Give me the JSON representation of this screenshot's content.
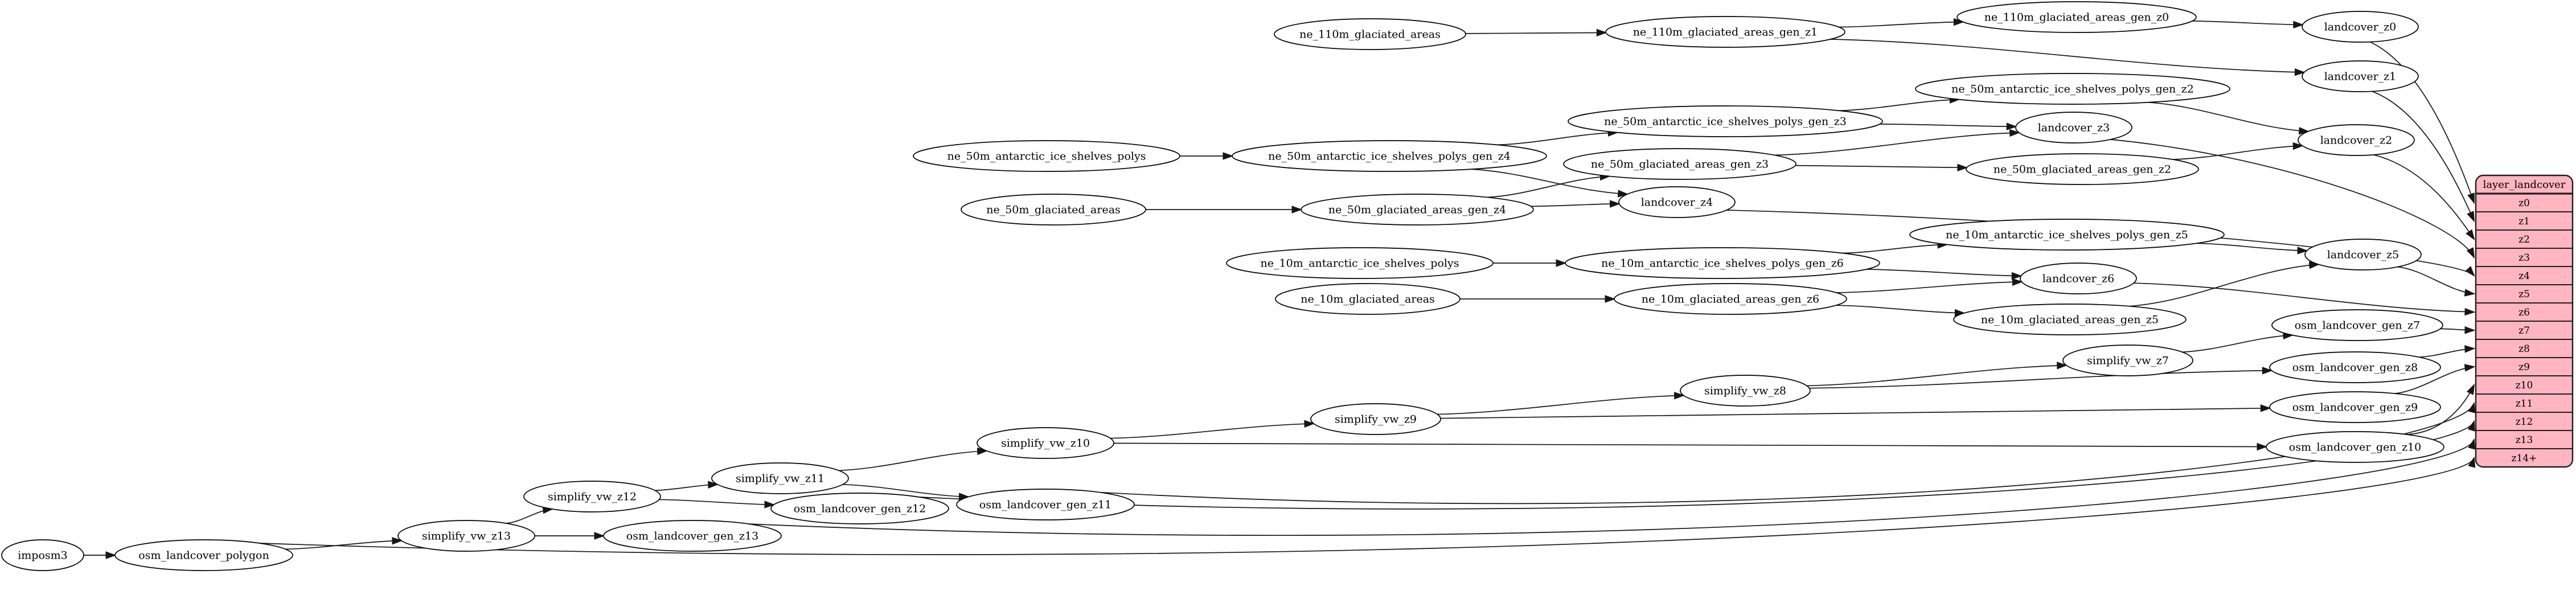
{
  "graph": {
    "nodes": [
      {
        "id": "imposm3",
        "label": "imposm3"
      },
      {
        "id": "osm_landcover_polygon",
        "label": "osm_landcover_polygon"
      },
      {
        "id": "simplify_vw_z13",
        "label": "simplify_vw_z13"
      },
      {
        "id": "osm_landcover_gen_z13",
        "label": "osm_landcover_gen_z13"
      },
      {
        "id": "simplify_vw_z12",
        "label": "simplify_vw_z12"
      },
      {
        "id": "osm_landcover_gen_z12",
        "label": "osm_landcover_gen_z12"
      },
      {
        "id": "simplify_vw_z11",
        "label": "simplify_vw_z11"
      },
      {
        "id": "osm_landcover_gen_z11",
        "label": "osm_landcover_gen_z11"
      },
      {
        "id": "simplify_vw_z10",
        "label": "simplify_vw_z10"
      },
      {
        "id": "simplify_vw_z9",
        "label": "simplify_vw_z9"
      },
      {
        "id": "simplify_vw_z8",
        "label": "simplify_vw_z8"
      },
      {
        "id": "simplify_vw_z7",
        "label": "simplify_vw_z7"
      },
      {
        "id": "osm_landcover_gen_z7",
        "label": "osm_landcover_gen_z7"
      },
      {
        "id": "osm_landcover_gen_z8",
        "label": "osm_landcover_gen_z8"
      },
      {
        "id": "osm_landcover_gen_z9",
        "label": "osm_landcover_gen_z9"
      },
      {
        "id": "osm_landcover_gen_z10",
        "label": "osm_landcover_gen_z10"
      },
      {
        "id": "ne_110m_glaciated_areas",
        "label": "ne_110m_glaciated_areas"
      },
      {
        "id": "ne_110m_glaciated_areas_gen_z1",
        "label": "ne_110m_glaciated_areas_gen_z1"
      },
      {
        "id": "ne_110m_glaciated_areas_gen_z0",
        "label": "ne_110m_glaciated_areas_gen_z0"
      },
      {
        "id": "landcover_z0",
        "label": "landcover_z0"
      },
      {
        "id": "landcover_z1",
        "label": "landcover_z1"
      },
      {
        "id": "ne_50m_antarctic_ice_shelves_polys",
        "label": "ne_50m_antarctic_ice_shelves_polys"
      },
      {
        "id": "ne_50m_antarctic_ice_shelves_polys_gen_z4",
        "label": "ne_50m_antarctic_ice_shelves_polys_gen_z4"
      },
      {
        "id": "ne_50m_antarctic_ice_shelves_polys_gen_z3",
        "label": "ne_50m_antarctic_ice_shelves_polys_gen_z3"
      },
      {
        "id": "ne_50m_antarctic_ice_shelves_polys_gen_z2",
        "label": "ne_50m_antarctic_ice_shelves_polys_gen_z2"
      },
      {
        "id": "ne_50m_glaciated_areas",
        "label": "ne_50m_glaciated_areas"
      },
      {
        "id": "ne_50m_glaciated_areas_gen_z4",
        "label": "ne_50m_glaciated_areas_gen_z4"
      },
      {
        "id": "ne_50m_glaciated_areas_gen_z3",
        "label": "ne_50m_glaciated_areas_gen_z3"
      },
      {
        "id": "ne_50m_glaciated_areas_gen_z2",
        "label": "ne_50m_glaciated_areas_gen_z2"
      },
      {
        "id": "landcover_z2",
        "label": "landcover_z2"
      },
      {
        "id": "landcover_z3",
        "label": "landcover_z3"
      },
      {
        "id": "landcover_z4",
        "label": "landcover_z4"
      },
      {
        "id": "ne_10m_antarctic_ice_shelves_polys",
        "label": "ne_10m_antarctic_ice_shelves_polys"
      },
      {
        "id": "ne_10m_antarctic_ice_shelves_polys_gen_z6",
        "label": "ne_10m_antarctic_ice_shelves_polys_gen_z6"
      },
      {
        "id": "ne_10m_antarctic_ice_shelves_polys_gen_z5",
        "label": "ne_10m_antarctic_ice_shelves_polys_gen_z5"
      },
      {
        "id": "ne_10m_glaciated_areas",
        "label": "ne_10m_glaciated_areas"
      },
      {
        "id": "ne_10m_glaciated_areas_gen_z6",
        "label": "ne_10m_glaciated_areas_gen_z6"
      },
      {
        "id": "ne_10m_glaciated_areas_gen_z5",
        "label": "ne_10m_glaciated_areas_gen_z5"
      },
      {
        "id": "landcover_z5",
        "label": "landcover_z5"
      },
      {
        "id": "landcover_z6",
        "label": "landcover_z6"
      }
    ],
    "edges": [
      [
        "ne_110m_glaciated_areas",
        "ne_110m_glaciated_areas_gen_z1"
      ],
      [
        "ne_110m_glaciated_areas_gen_z1",
        "ne_110m_glaciated_areas_gen_z0"
      ],
      [
        "ne_110m_glaciated_areas_gen_z1",
        "landcover_z1"
      ],
      [
        "ne_110m_glaciated_areas_gen_z0",
        "landcover_z0"
      ],
      [
        "landcover_z0",
        "row:z0"
      ],
      [
        "landcover_z1",
        "row:z1"
      ],
      [
        "ne_50m_antarctic_ice_shelves_polys",
        "ne_50m_antarctic_ice_shelves_polys_gen_z4"
      ],
      [
        "ne_50m_antarctic_ice_shelves_polys_gen_z4",
        "ne_50m_antarctic_ice_shelves_polys_gen_z3"
      ],
      [
        "ne_50m_antarctic_ice_shelves_polys_gen_z4",
        "landcover_z4"
      ],
      [
        "ne_50m_antarctic_ice_shelves_polys_gen_z3",
        "ne_50m_antarctic_ice_shelves_polys_gen_z2"
      ],
      [
        "ne_50m_antarctic_ice_shelves_polys_gen_z3",
        "landcover_z3"
      ],
      [
        "ne_50m_antarctic_ice_shelves_polys_gen_z2",
        "landcover_z2"
      ],
      [
        "ne_50m_glaciated_areas",
        "ne_50m_glaciated_areas_gen_z4"
      ],
      [
        "ne_50m_glaciated_areas_gen_z4",
        "ne_50m_glaciated_areas_gen_z3"
      ],
      [
        "ne_50m_glaciated_areas_gen_z4",
        "landcover_z4"
      ],
      [
        "ne_50m_glaciated_areas_gen_z3",
        "ne_50m_glaciated_areas_gen_z2"
      ],
      [
        "ne_50m_glaciated_areas_gen_z3",
        "landcover_z3"
      ],
      [
        "ne_50m_glaciated_areas_gen_z2",
        "landcover_z2"
      ],
      [
        "landcover_z2",
        "row:z2"
      ],
      [
        "landcover_z3",
        "row:z3"
      ],
      [
        "landcover_z4",
        "row:z4"
      ],
      [
        "ne_10m_antarctic_ice_shelves_polys",
        "ne_10m_antarctic_ice_shelves_polys_gen_z6"
      ],
      [
        "ne_10m_antarctic_ice_shelves_polys_gen_z6",
        "ne_10m_antarctic_ice_shelves_polys_gen_z5"
      ],
      [
        "ne_10m_antarctic_ice_shelves_polys_gen_z6",
        "landcover_z6"
      ],
      [
        "ne_10m_antarctic_ice_shelves_polys_gen_z5",
        "landcover_z5"
      ],
      [
        "ne_10m_glaciated_areas",
        "ne_10m_glaciated_areas_gen_z6"
      ],
      [
        "ne_10m_glaciated_areas_gen_z6",
        "ne_10m_glaciated_areas_gen_z5"
      ],
      [
        "ne_10m_glaciated_areas_gen_z6",
        "landcover_z6"
      ],
      [
        "ne_10m_glaciated_areas_gen_z5",
        "landcover_z5"
      ],
      [
        "landcover_z5",
        "row:z5"
      ],
      [
        "landcover_z6",
        "row:z6"
      ],
      [
        "imposm3",
        "osm_landcover_polygon"
      ],
      [
        "osm_landcover_polygon",
        "simplify_vw_z13"
      ],
      [
        "osm_landcover_polygon",
        "row:z14+"
      ],
      [
        "simplify_vw_z13",
        "simplify_vw_z12"
      ],
      [
        "simplify_vw_z13",
        "osm_landcover_gen_z13"
      ],
      [
        "osm_landcover_gen_z13",
        "row:z13"
      ],
      [
        "simplify_vw_z12",
        "simplify_vw_z11"
      ],
      [
        "simplify_vw_z12",
        "osm_landcover_gen_z12"
      ],
      [
        "osm_landcover_gen_z12",
        "row:z12"
      ],
      [
        "simplify_vw_z11",
        "simplify_vw_z10"
      ],
      [
        "simplify_vw_z11",
        "osm_landcover_gen_z11"
      ],
      [
        "osm_landcover_gen_z11",
        "row:z11"
      ],
      [
        "simplify_vw_z10",
        "simplify_vw_z9"
      ],
      [
        "simplify_vw_z10",
        "osm_landcover_gen_z10"
      ],
      [
        "osm_landcover_gen_z10",
        "row:z10"
      ],
      [
        "simplify_vw_z9",
        "simplify_vw_z8"
      ],
      [
        "simplify_vw_z9",
        "osm_landcover_gen_z9"
      ],
      [
        "osm_landcover_gen_z9",
        "row:z9"
      ],
      [
        "simplify_vw_z8",
        "simplify_vw_z7"
      ],
      [
        "simplify_vw_z8",
        "osm_landcover_gen_z8"
      ],
      [
        "osm_landcover_gen_z8",
        "row:z8"
      ],
      [
        "simplify_vw_z7",
        "osm_landcover_gen_z7"
      ],
      [
        "osm_landcover_gen_z7",
        "row:z7"
      ]
    ]
  },
  "table": {
    "title": "layer_landcover",
    "rows": [
      "z0",
      "z1",
      "z2",
      "z3",
      "z4",
      "z5",
      "z6",
      "z7",
      "z8",
      "z9",
      "z10",
      "z11",
      "z12",
      "z13",
      "z14+"
    ]
  },
  "colors": {
    "background": "#ffffff",
    "node_fill": "#ffffff",
    "node_border": "#000000",
    "edge": "#161616",
    "table_fill": "#ffb6c1",
    "table_border": "#1f1f1f",
    "text": "#000000"
  }
}
